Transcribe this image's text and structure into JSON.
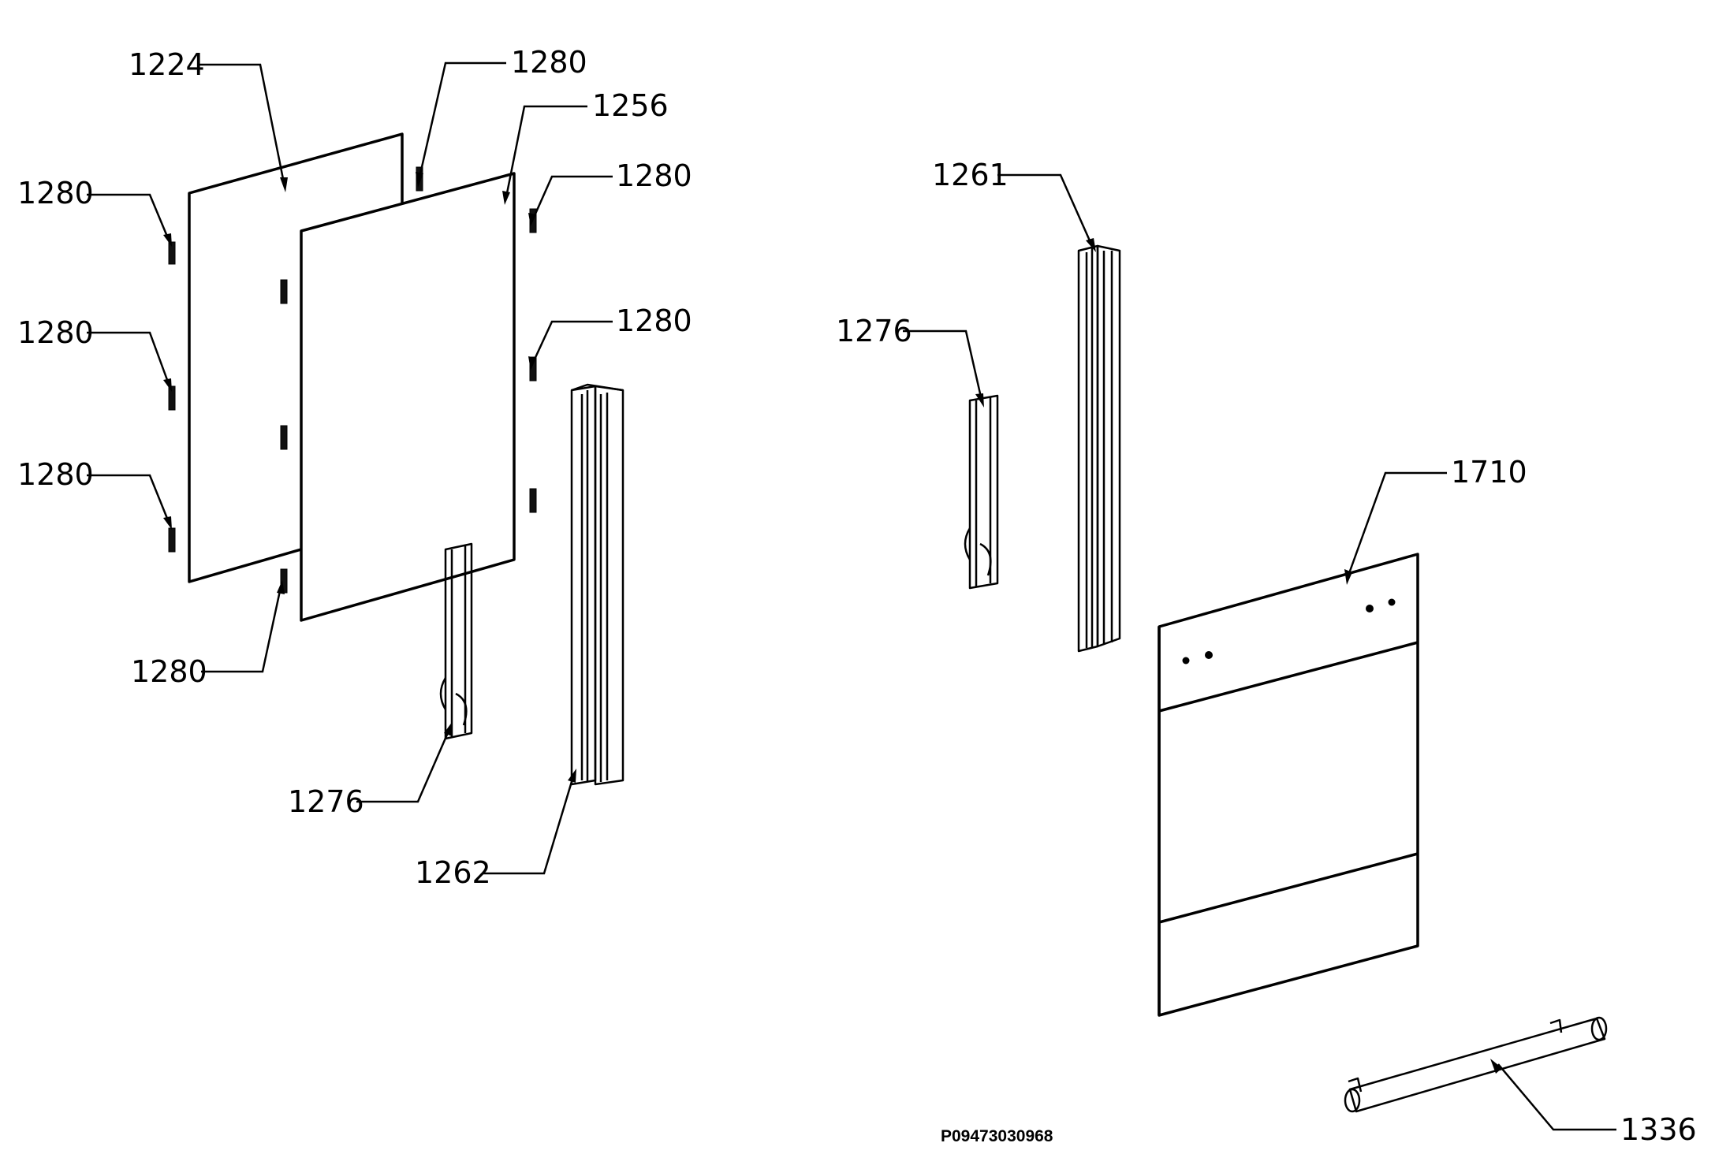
{
  "diagram": {
    "document_id": "P09473030968",
    "callouts": [
      {
        "id": "c-1224-top",
        "label": "1224"
      },
      {
        "id": "c-1280-top",
        "label": "1280"
      },
      {
        "id": "c-1256",
        "label": "1256"
      },
      {
        "id": "c-1280-left-1",
        "label": "1280"
      },
      {
        "id": "c-1280-right-1",
        "label": "1280"
      },
      {
        "id": "c-1280-left-2",
        "label": "1280"
      },
      {
        "id": "c-1280-right-2",
        "label": "1280"
      },
      {
        "id": "c-1280-left-3",
        "label": "1280"
      },
      {
        "id": "c-1280-bottom",
        "label": "1280"
      },
      {
        "id": "c-1276-left",
        "label": "1276"
      },
      {
        "id": "c-1262",
        "label": "1262"
      },
      {
        "id": "c-1261",
        "label": "1261"
      },
      {
        "id": "c-1276-right",
        "label": "1276"
      },
      {
        "id": "c-1710",
        "label": "1710"
      },
      {
        "id": "c-1336",
        "label": "1336"
      }
    ]
  }
}
